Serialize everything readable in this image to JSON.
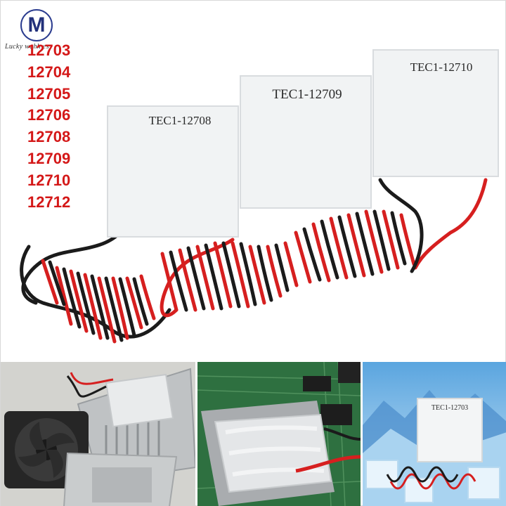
{
  "brand": {
    "logo_letter": "M",
    "logo_text": "Lucky wahh es"
  },
  "models": [
    "12703",
    "12704",
    "12705",
    "12706",
    "12708",
    "12709",
    "12710",
    "12712"
  ],
  "modules": {
    "left": "TEC1-12708",
    "middle": "TEC1-12709",
    "right": "TEC1-12710"
  },
  "scenes": {
    "ice_module_label": "TEC1-12703"
  },
  "colors": {
    "model_text": "#d41818",
    "wire_red": "#d61f1f",
    "wire_black": "#1b1b1b",
    "module_face": "#f1f3f4"
  }
}
